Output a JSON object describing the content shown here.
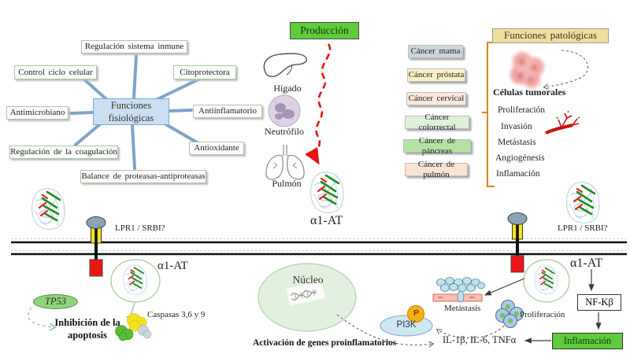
{
  "physiological": {
    "center": "Funciones fisiológicas",
    "items": [
      "Regulación sistema inmune",
      "Control ciclo celular",
      "Citoprotectora",
      "Antimicrobiano",
      "Antiinflamatorio",
      "Regulación de la coagulación",
      "Antioxidante",
      "Balance de proteasas-antiproteasas"
    ]
  },
  "production": {
    "title": "Producción",
    "title_color": "#5ecc3c",
    "organs": [
      "Hígado",
      "Neutrófilo",
      "Pulmón"
    ],
    "protein": "α1-AT"
  },
  "pathological": {
    "title": "Funciones patológicas",
    "title_color": "#f2de9c",
    "cancers": [
      {
        "label": "Cáncer mama",
        "color": "#cbd5db"
      },
      {
        "label": "Cáncer próstata",
        "color": "#fbf0c5"
      },
      {
        "label": "Cáncer cervical",
        "color": "#fae7db"
      },
      {
        "label": "Cáncer colorrectal",
        "color": "#dff0da"
      },
      {
        "label": "Cáncer de páncreas",
        "color": "#b4e2a3"
      },
      {
        "label": "Cáncer de pulmón",
        "color": "#f9e3d3"
      }
    ],
    "tumor_cells": "Células tumorales",
    "processes": [
      "Proliferación",
      "Invasión",
      "Metástasis",
      "Angiogénesis",
      "Inflamación"
    ]
  },
  "membrane": {
    "receptor_left": "LPR1 / SRBI?",
    "receptor_right": "LPR1 / SRBI?"
  },
  "apoptosis_pathway": {
    "protein": "α1-AT",
    "tp53": "TP53",
    "tp53_color": "#90d47e",
    "inhibition": "Inhibición de la apoptosis",
    "caspases": "Caspasas 3,6 y 9"
  },
  "signaling_pathway": {
    "protein": "α1-AT",
    "nucleus": "Núcleo",
    "gene_activation": "Activación  de genes proinflamatorios",
    "pi3k": "PI3K",
    "phospho": "P",
    "cytokines": "IL-1β, IL-6, TNFα",
    "nfkb": "NF-Kβ",
    "inflammation": "Inflamación",
    "inflammation_color": "#5ecc3c",
    "metastasis": "Metástasis",
    "proliferation": "Proliferación"
  }
}
